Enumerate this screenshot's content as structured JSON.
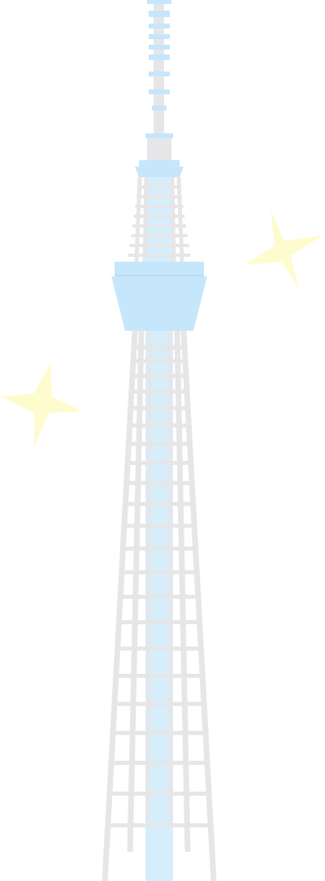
{
  "illustration": {
    "subject": "tower",
    "decorations": [
      "sparkle",
      "sparkle"
    ]
  },
  "colors": {
    "background": "#ffffff",
    "frame": "#e6e6e9",
    "accent_blue": "#c6e6fb",
    "core_blue": "#d6eefc",
    "sparkle": "#fefccf"
  }
}
